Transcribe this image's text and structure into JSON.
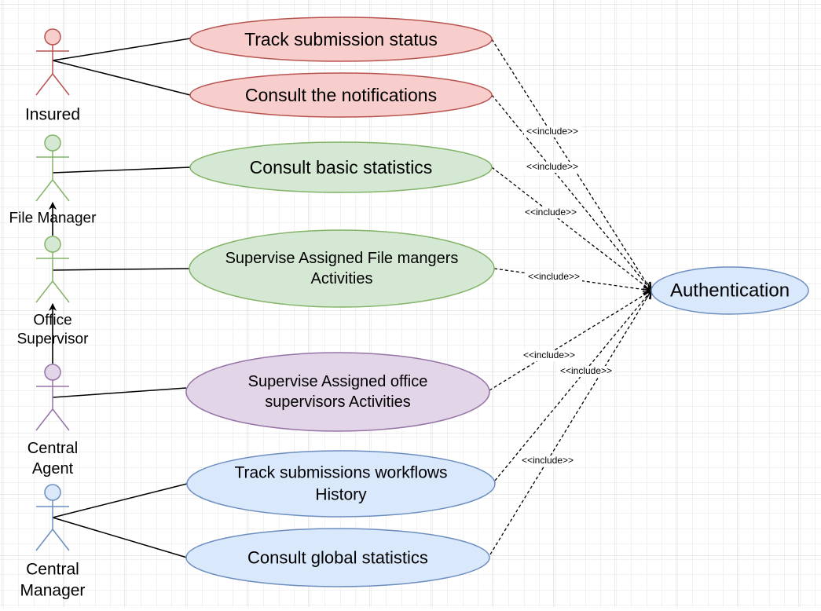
{
  "diagram": {
    "actors": [
      {
        "id": "insured",
        "label": [
          "Insured"
        ],
        "color": "#b85450",
        "fill": "#f8cecc"
      },
      {
        "id": "file-manager",
        "label": [
          "File Manager"
        ],
        "color": "#82b366",
        "fill": "#d5e8d4"
      },
      {
        "id": "office-supervisor",
        "label": [
          "Office",
          "Supervisor"
        ],
        "color": "#82b366",
        "fill": "#d5e8d4"
      },
      {
        "id": "central-agent",
        "label": [
          "Central",
          "Agent"
        ],
        "color": "#9673a6",
        "fill": "#e1d5e7"
      },
      {
        "id": "central-manager",
        "label": [
          "Central",
          "Manager"
        ],
        "color": "#6c8ebf",
        "fill": "#dae8fc"
      }
    ],
    "use_cases": [
      {
        "id": "track-submission-status",
        "lines": [
          "Track submission status"
        ],
        "fill": "#f8cecc",
        "stroke": "#b85450"
      },
      {
        "id": "consult-notifications",
        "lines": [
          "Consult the notifications"
        ],
        "fill": "#f8cecc",
        "stroke": "#b85450"
      },
      {
        "id": "consult-basic-statistics",
        "lines": [
          "Consult basic statistics"
        ],
        "fill": "#d5e8d4",
        "stroke": "#82b366"
      },
      {
        "id": "supervise-file-managers",
        "lines": [
          "Supervise Assigned File mangers",
          "Activities"
        ],
        "fill": "#d5e8d4",
        "stroke": "#82b366"
      },
      {
        "id": "supervise-office-supervisors",
        "lines": [
          "Supervise Assigned office",
          "supervisors Activities"
        ],
        "fill": "#e1d5e7",
        "stroke": "#9673a6"
      },
      {
        "id": "track-workflows-history",
        "lines": [
          "Track submissions workflows",
          "History"
        ],
        "fill": "#dae8fc",
        "stroke": "#6c8ebf"
      },
      {
        "id": "consult-global-statistics",
        "lines": [
          "Consult global statistics"
        ],
        "fill": "#dae8fc",
        "stroke": "#6c8ebf"
      },
      {
        "id": "authentication",
        "lines": [
          "Authentication"
        ],
        "fill": "#dae8fc",
        "stroke": "#6c8ebf"
      }
    ],
    "associations": [
      [
        "insured",
        "track-submission-status"
      ],
      [
        "insured",
        "consult-notifications"
      ],
      [
        "file-manager",
        "consult-basic-statistics"
      ],
      [
        "office-supervisor",
        "supervise-file-managers"
      ],
      [
        "central-agent",
        "supervise-office-supervisors"
      ],
      [
        "central-manager",
        "track-workflows-history"
      ],
      [
        "central-manager",
        "consult-global-statistics"
      ]
    ],
    "generalizations": [
      [
        "office-supervisor",
        "file-manager"
      ],
      [
        "central-agent",
        "office-supervisor"
      ]
    ],
    "include_label": "<<include>>",
    "includes": [
      {
        "from": "track-submission-status",
        "to": "authentication",
        "labeled": true
      },
      {
        "from": "consult-notifications",
        "to": "authentication",
        "labeled": true
      },
      {
        "from": "consult-basic-statistics",
        "to": "authentication",
        "labeled": true
      },
      {
        "from": "supervise-file-managers",
        "to": "authentication",
        "labeled": true
      },
      {
        "from": "supervise-office-supervisors",
        "to": "authentication",
        "labeled": true
      },
      {
        "from": "track-workflows-history",
        "to": "authentication",
        "labeled": true
      },
      {
        "from": "consult-global-statistics",
        "to": "authentication",
        "labeled": true
      }
    ]
  }
}
